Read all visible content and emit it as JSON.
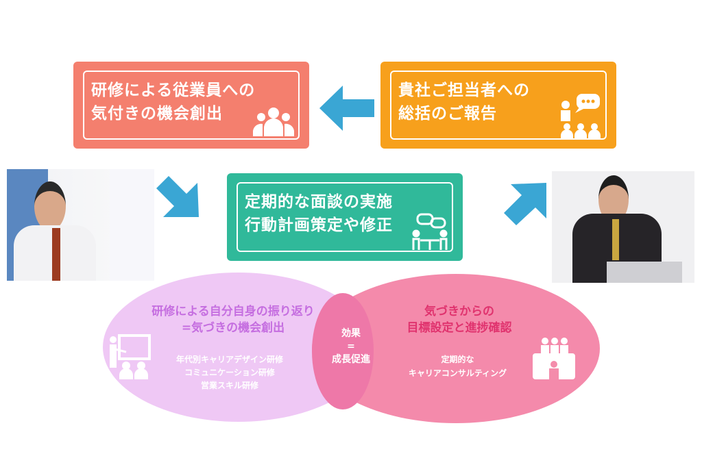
{
  "boxes": {
    "training": {
      "line1": "研修による従業員への",
      "line2": "気付きの機会創出",
      "color": "#f47f6e"
    },
    "report": {
      "line1": "貴社ご担当者への",
      "line2": "総括のご報告",
      "color": "#f7a01c"
    },
    "interview": {
      "line1": "定期的な面談の実施",
      "line2": "行動計画策定や修正",
      "color": "#30b99a"
    }
  },
  "arrow_color": "#3aa6d4",
  "venn": {
    "left": {
      "title1": "研修による自分自身の振り返り",
      "title2": "=気づきの機会創出",
      "items": [
        "年代別キャリアデザイン研修",
        "コミュニケーション研修",
        "営業スキル研修"
      ],
      "color": "#efc8f5"
    },
    "right": {
      "title1": "気づきからの",
      "title2": "目標設定と進捗確認",
      "sub1": "定期的な",
      "sub2": "キャリアコンサルティング",
      "color": "#f48cab"
    },
    "center": {
      "line1": "効果",
      "line2": "=",
      "line3": "成長促進"
    }
  }
}
